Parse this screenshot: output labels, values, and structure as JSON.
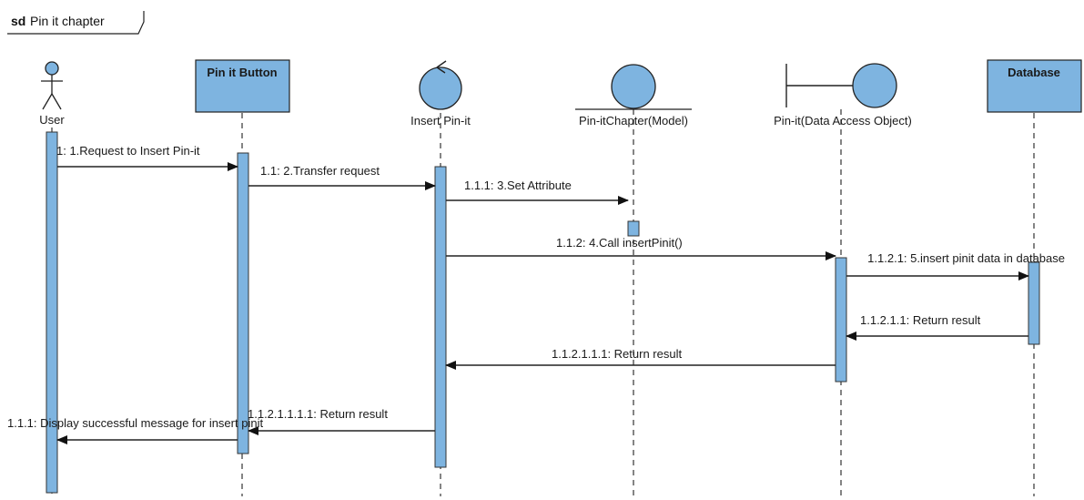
{
  "frame": {
    "keyword": "sd",
    "name": "Pin it chapter"
  },
  "lifelines": {
    "user": "User",
    "button": "Pin it Button",
    "control": "Insert Pin-it",
    "entity": "Pin-itChapter(Model)",
    "dao": "Pin-it(Data Access Object)",
    "database": "Database"
  },
  "messages": {
    "m1": "1: 1.Request to Insert Pin-it",
    "m2": "1.1: 2.Transfer request",
    "m3": "1.1.1: 3.Set Attribute",
    "m4": "1.1.2: 4.Call insertPinit()",
    "m5": "1.1.2.1: 5.insert pinit data in database",
    "r1": "1.1.2.1.1: Return result",
    "r2": "1.1.2.1.1.1: Return result",
    "r3": "1.1.2.1.1.1.1: Return result",
    "r4": "1.1.1: Display successful message for insert pinit"
  },
  "colors": {
    "fill": "#7eb4e0",
    "stroke": "#1a1a1a",
    "line": "#222222"
  }
}
